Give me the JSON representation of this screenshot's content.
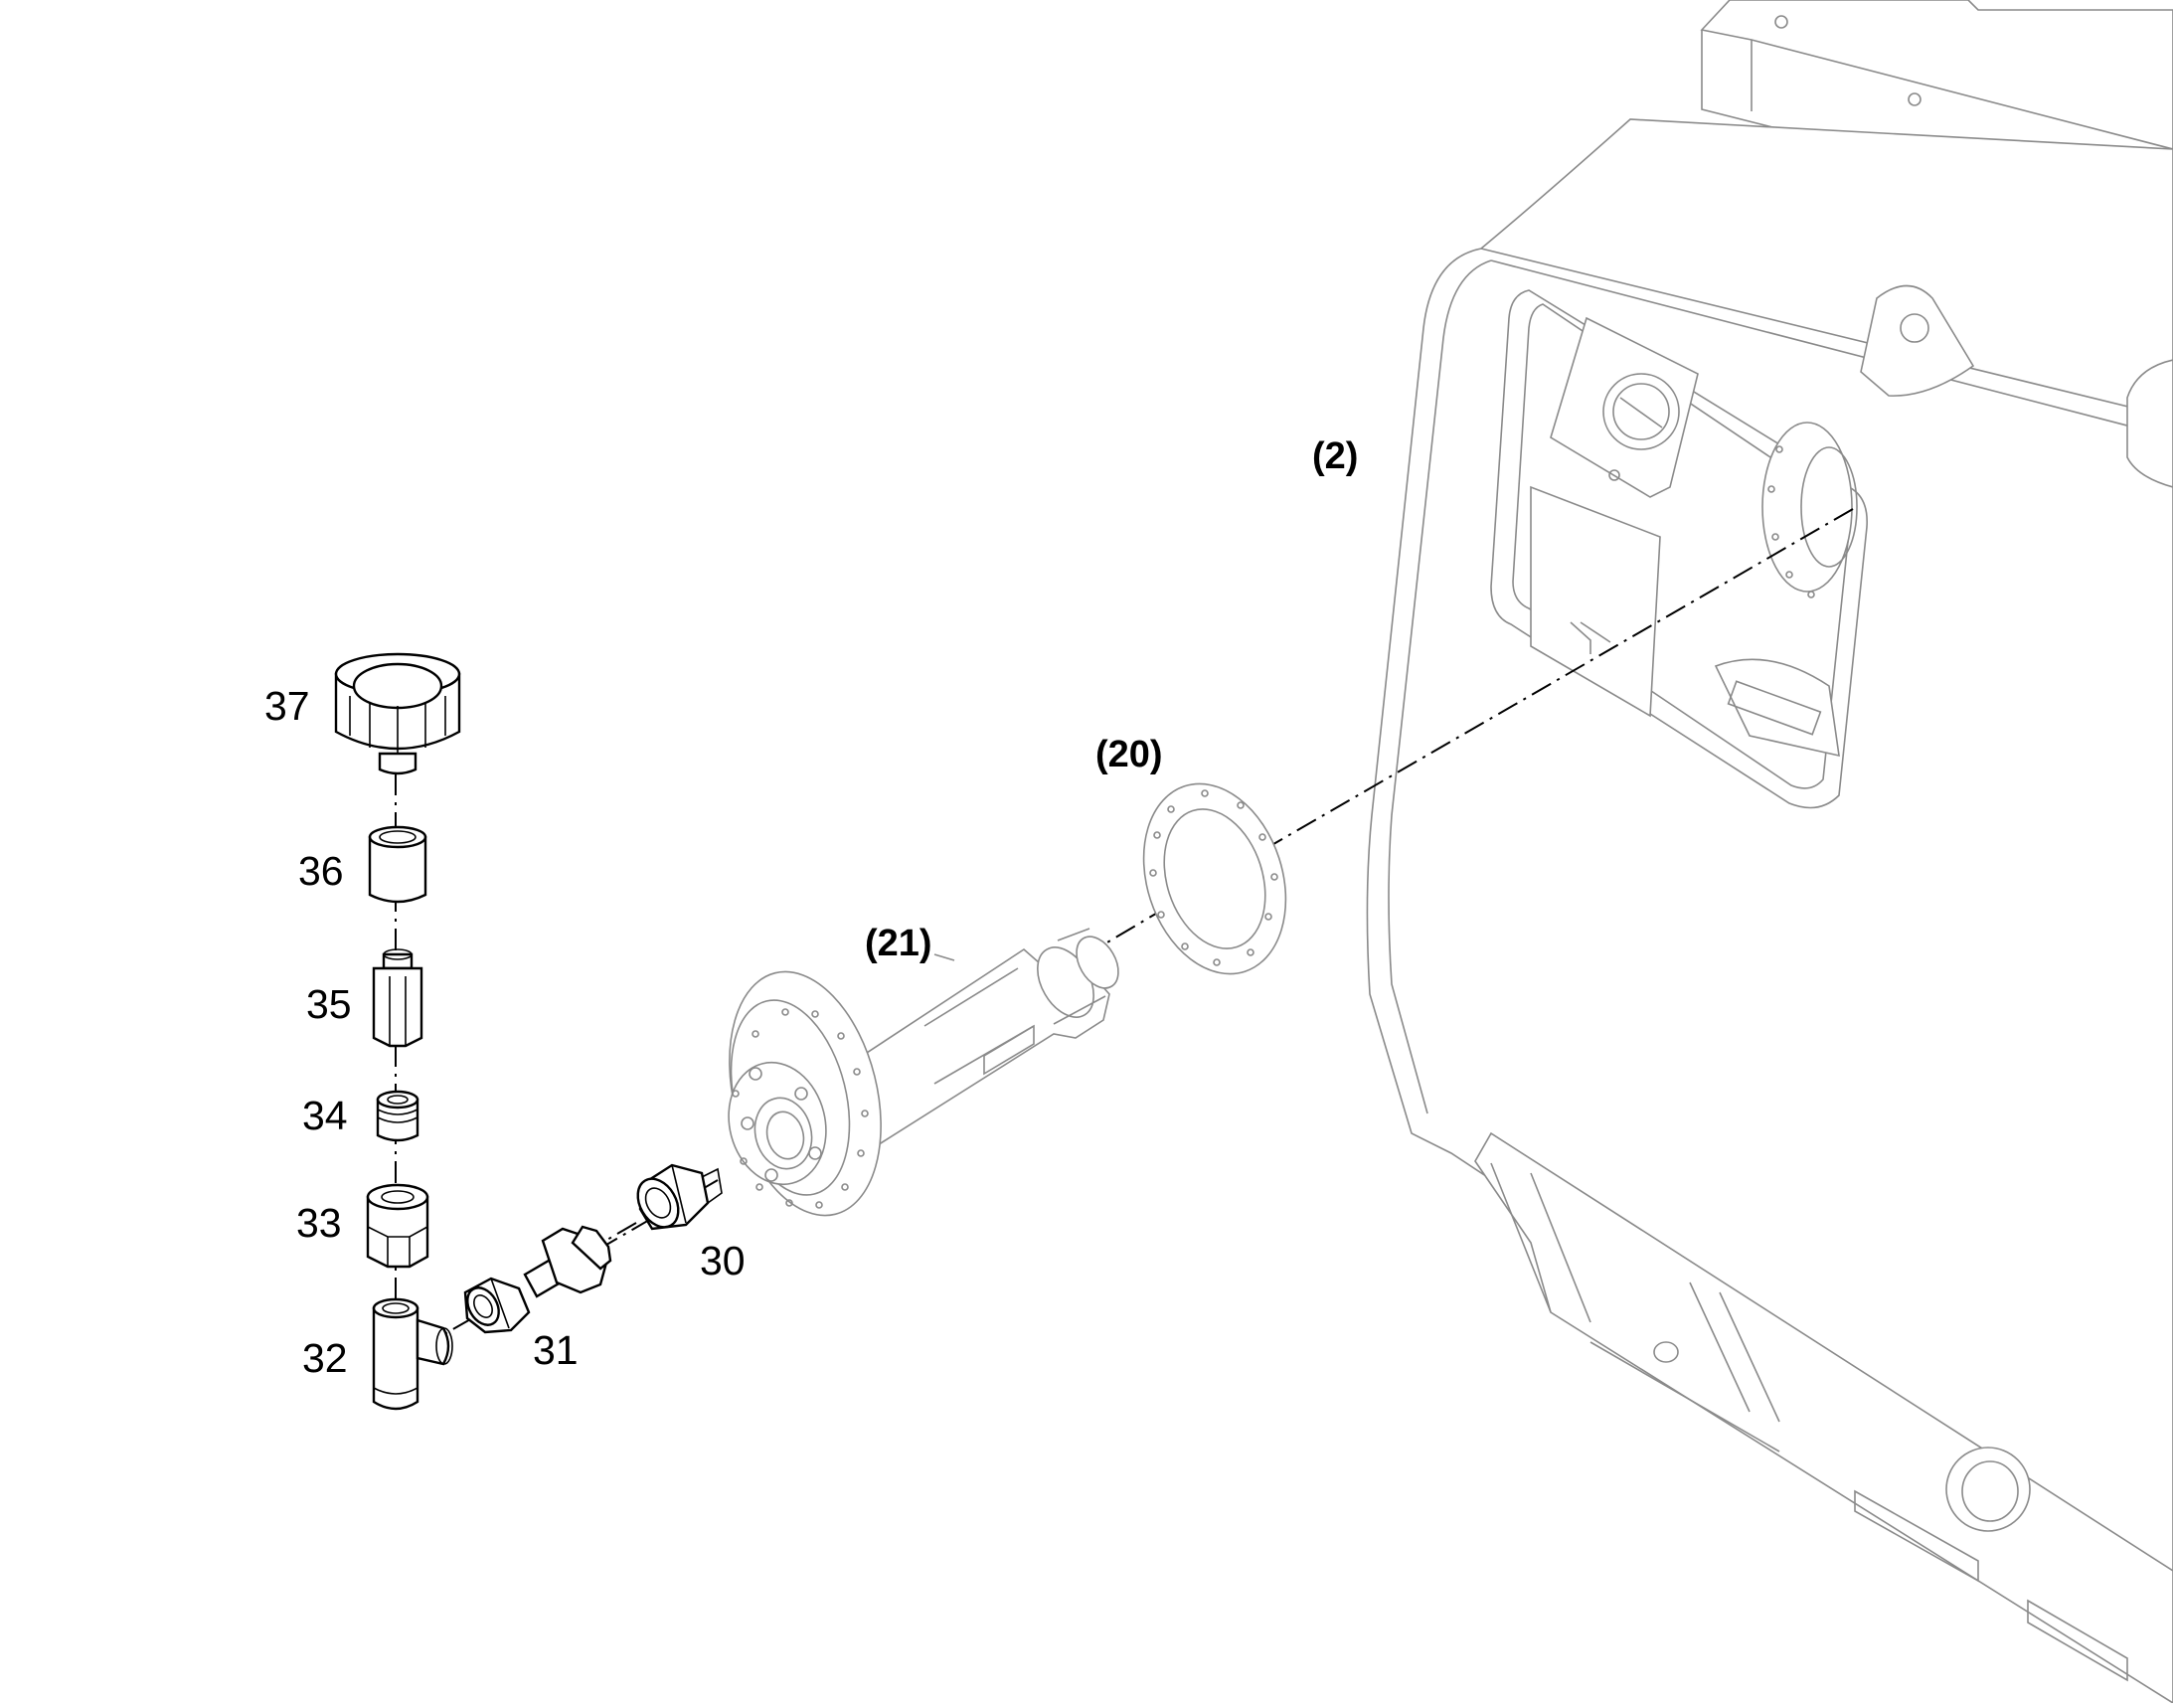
{
  "callouts": {
    "p2": "(2)",
    "p20": "(20)",
    "p21": "(21)",
    "p30": "30",
    "p31": "31",
    "p32": "32",
    "p33": "33",
    "p34": "34",
    "p35": "35",
    "p36": "36",
    "p37": "37"
  },
  "colors": {
    "line": "#000000",
    "ghost": "#8a8a8a",
    "background": "#ffffff"
  }
}
